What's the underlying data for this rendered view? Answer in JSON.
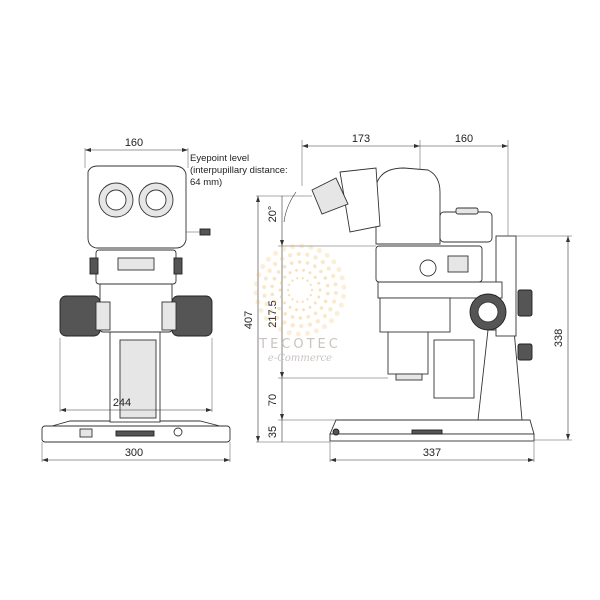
{
  "dimensions": {
    "front_width_top": "160",
    "front_width_mid": "244",
    "front_base_width": "300",
    "side_offset": "173",
    "side_width_top": "160",
    "side_base_width": "337",
    "height_total": "407",
    "height_column": "338",
    "seg_217": "217.5",
    "seg_70": "70",
    "seg_35": "35",
    "angle": "20°"
  },
  "eyepoint_note": {
    "line1": "Eyepoint level",
    "line2": "(interpupillary distance:",
    "line3": "64 mm)"
  },
  "watermark": {
    "brand": "TECOTEC",
    "tagline": "e-Commerce",
    "colors": {
      "orange": "#f3b24d",
      "grey": "#c9c3bf"
    }
  }
}
